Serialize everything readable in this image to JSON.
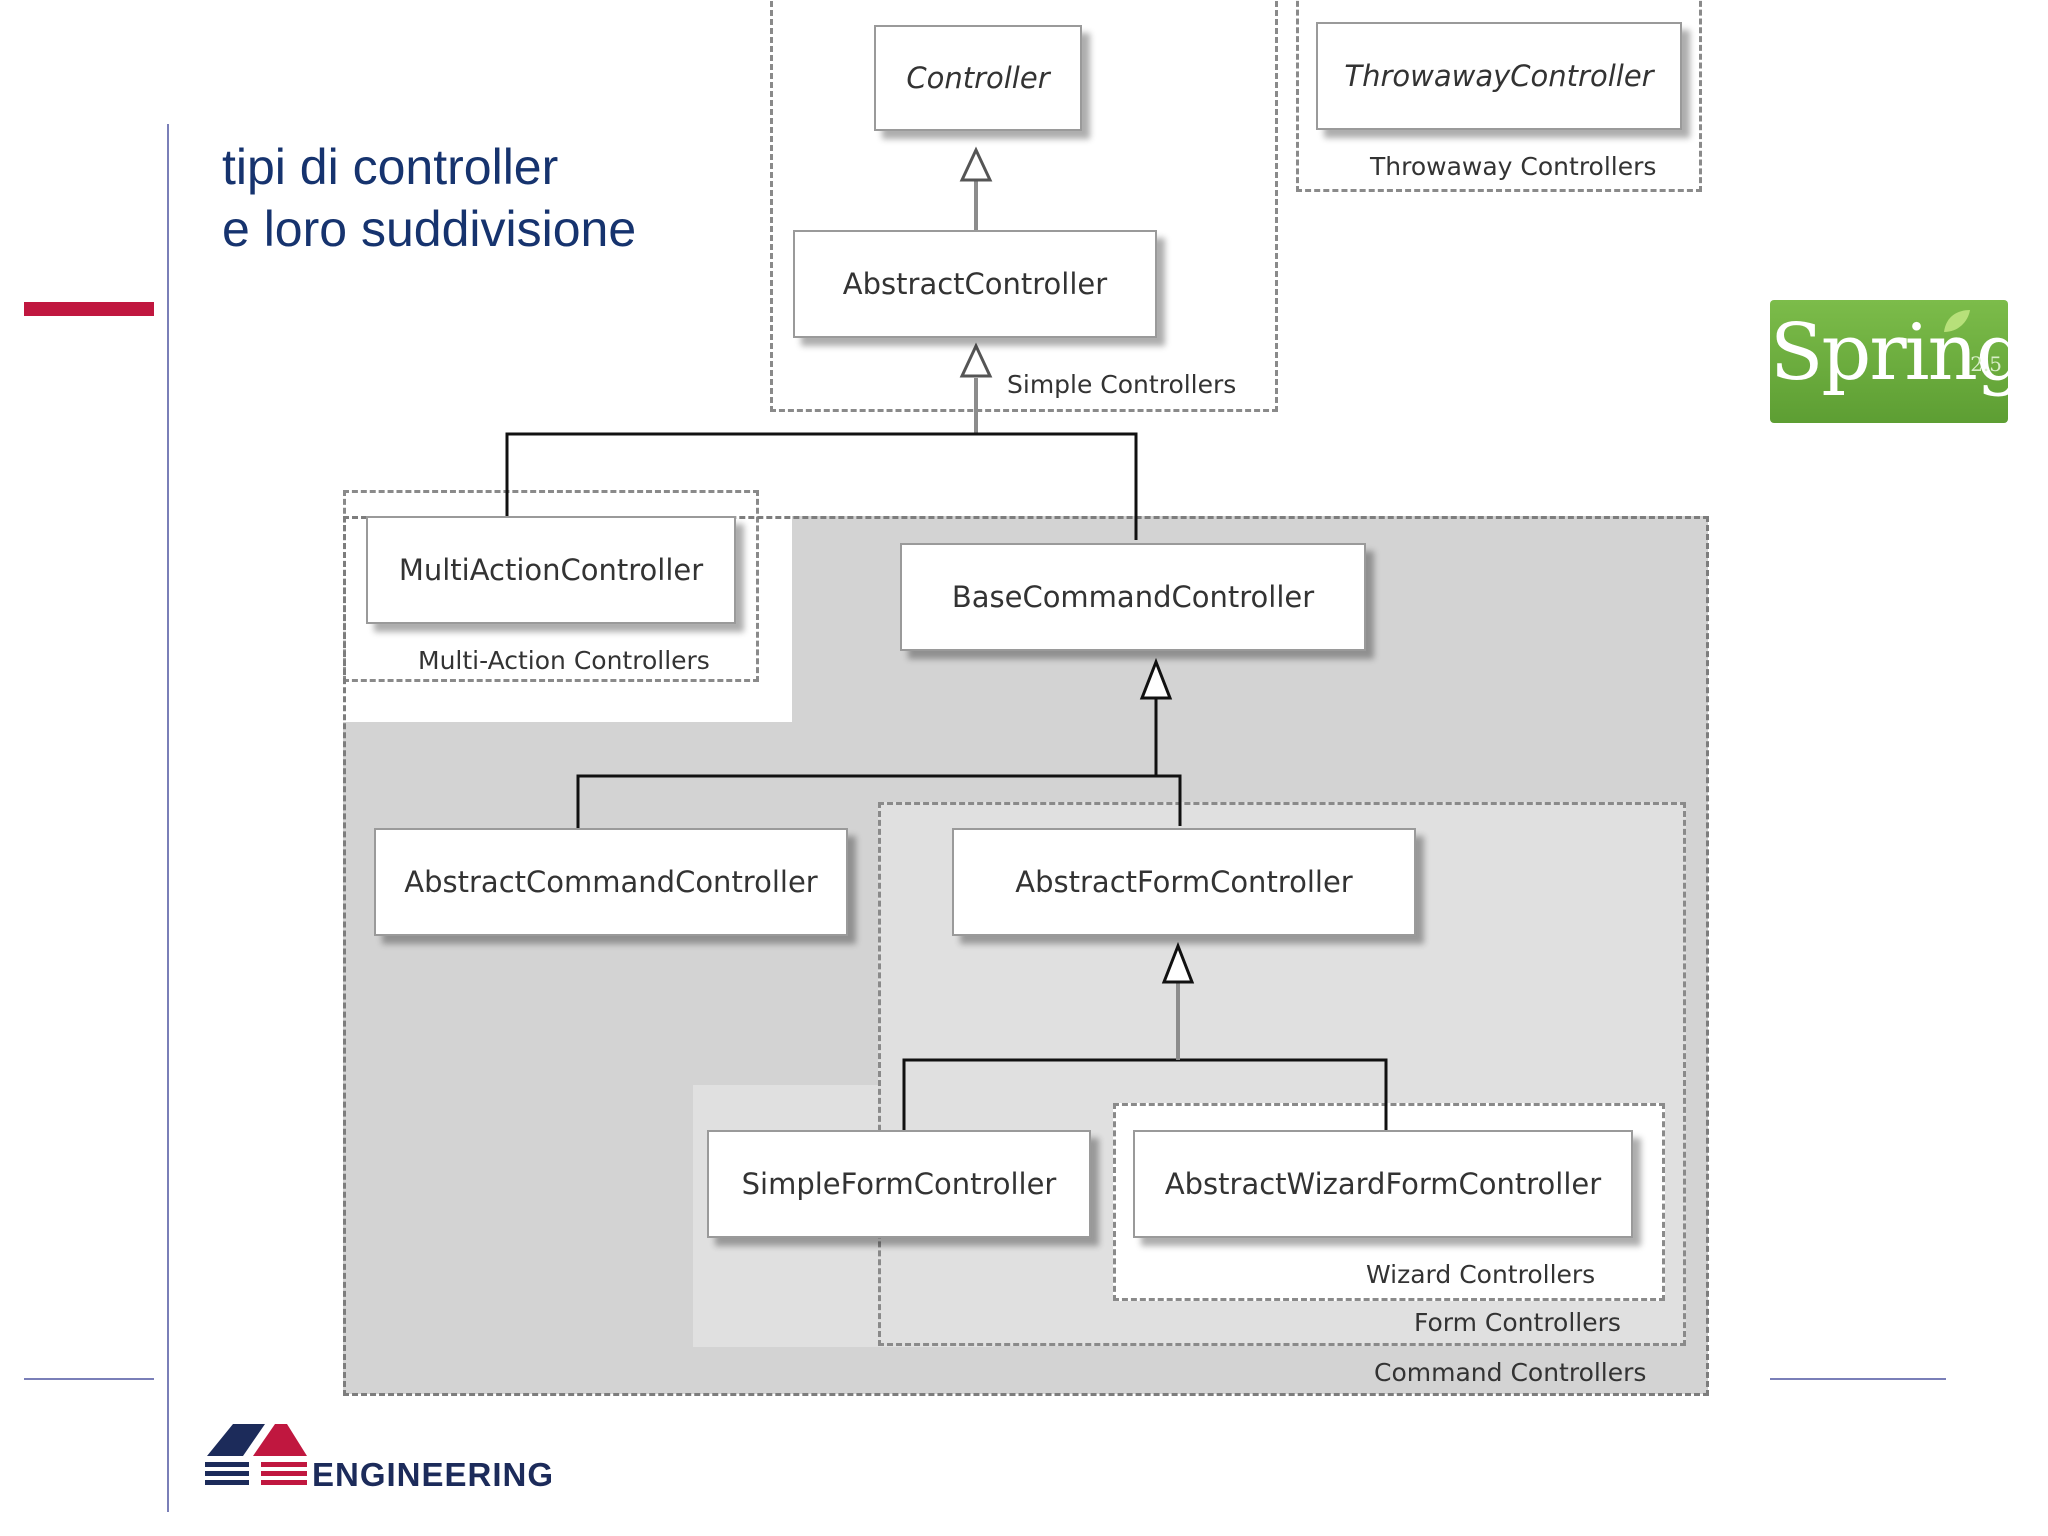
{
  "title": {
    "line1": "tipi di controller",
    "line2": "e loro suddivisione"
  },
  "diagram": {
    "classes": {
      "controller": "Controller",
      "throwaway_controller": "ThrowawayController",
      "abstract_controller": "AbstractController",
      "multi_action_controller": "MultiActionController",
      "base_command_controller": "BaseCommandController",
      "abstract_command_controller": "AbstractCommandController",
      "abstract_form_controller": "AbstractFormController",
      "simple_form_controller": "SimpleFormController",
      "abstract_wizard_form_controller": "AbstractWizardFormController"
    },
    "groups": {
      "throwaway": "Throwaway Controllers",
      "simple": "Simple Controllers",
      "multi_action": "Multi-Action Controllers",
      "wizard": "Wizard Controllers",
      "form": "Form Controllers",
      "command": "Command Controllers"
    }
  },
  "logos": {
    "spring": {
      "word": "Spring",
      "version": "2.5",
      "color": "#6aaa3a"
    },
    "engineering": {
      "name": "ENGINEERING",
      "color": "#1c2b5a",
      "accent": "#c0173f"
    }
  },
  "colors": {
    "accent_red": "#c0173f",
    "title_blue": "#16336e",
    "rule": "#7a7fb8"
  }
}
